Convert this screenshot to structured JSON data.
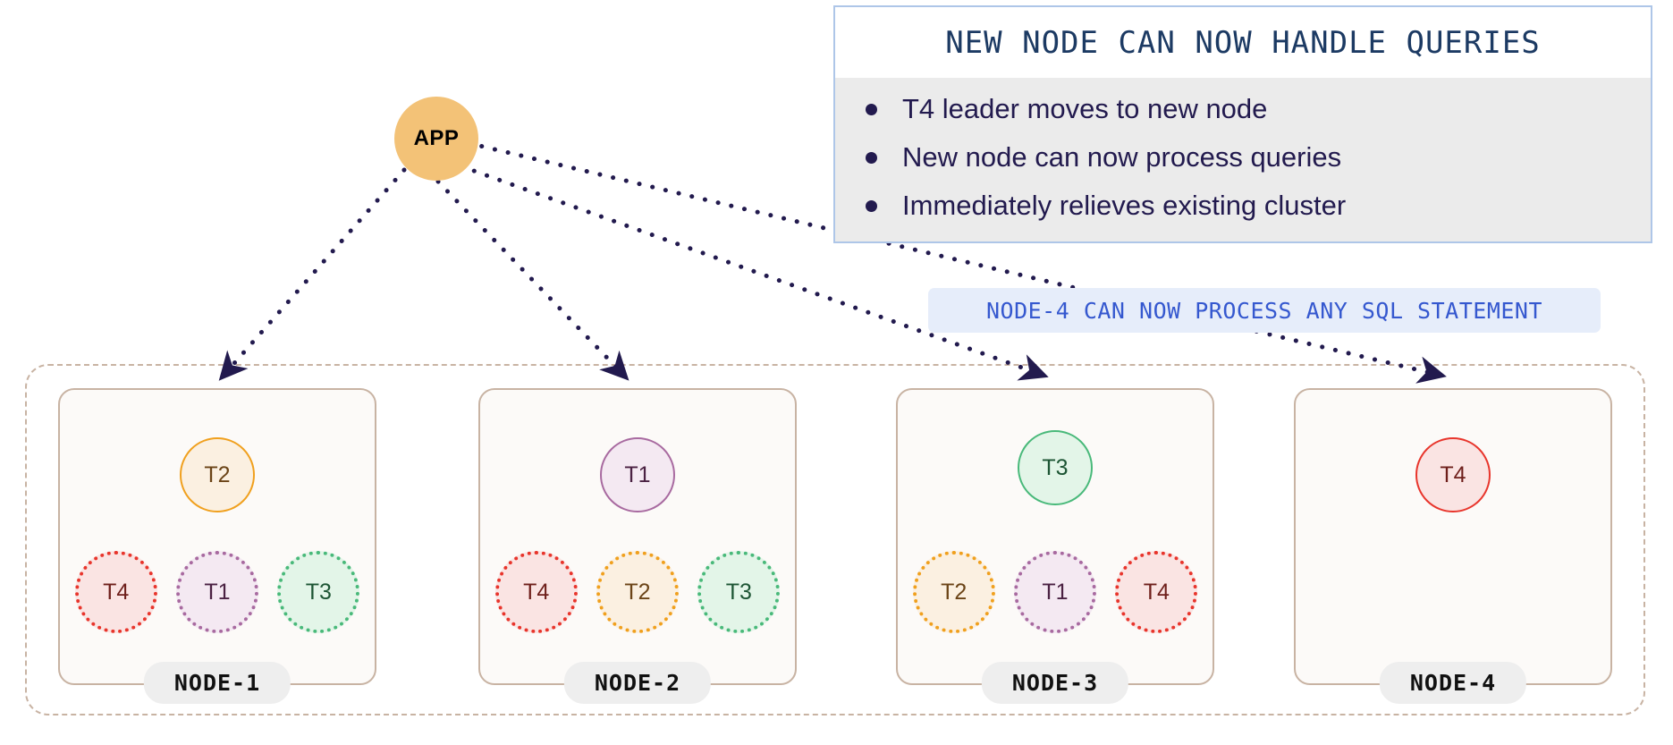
{
  "app": {
    "label": "APP",
    "fill": "#f3c277"
  },
  "header": {
    "title": "NEW NODE CAN NOW HANDLE QUERIES",
    "bullets": [
      "T4 leader moves to new node",
      "New node can now process queries",
      "Immediately relieves existing cluster"
    ],
    "border_color": "#aec6e8",
    "body_bg": "#ebebeb",
    "text_color": "#221a4e",
    "title_color": "#1c3a63"
  },
  "sub_callout": {
    "text": "NODE-4 CAN NOW PROCESS ANY SQL STATEMENT",
    "bg": "#e6edfa",
    "text_color": "#3558cf"
  },
  "cluster": {
    "border_color": "#c8b3a3",
    "node_bg": "#fcfaf8",
    "label_bg": "#eeeeee"
  },
  "tablet_styles": {
    "T1": {
      "border": "#a86aa0",
      "fill": "#f4e9f2",
      "text": "#4a2142"
    },
    "T2": {
      "border": "#f0a01e",
      "fill": "#fbf0e1",
      "text": "#6b4417"
    },
    "T3": {
      "border": "#49b97a",
      "fill": "#e3f5e8",
      "text": "#1d5534"
    },
    "T4": {
      "border": "#e8352c",
      "fill": "#fae4e3",
      "text": "#6e1f1b"
    }
  },
  "nodes": [
    {
      "name": "NODE-1",
      "leader": "T2",
      "replicas": [
        "T4",
        "T1",
        "T3"
      ]
    },
    {
      "name": "NODE-2",
      "leader": "T1",
      "replicas": [
        "T4",
        "T2",
        "T3"
      ]
    },
    {
      "name": "NODE-3",
      "leader": "T3",
      "replicas": [
        "T2",
        "T1",
        "T4"
      ]
    },
    {
      "name": "NODE-4",
      "leader": "T4",
      "replicas": []
    }
  ],
  "edges": {
    "color": "#221a4e",
    "style": "dotted",
    "connections": [
      {
        "from": "APP",
        "to": "NODE-1"
      },
      {
        "from": "APP",
        "to": "NODE-2"
      },
      {
        "from": "APP",
        "to": "NODE-3"
      },
      {
        "from": "APP",
        "to": "NODE-4"
      }
    ]
  }
}
